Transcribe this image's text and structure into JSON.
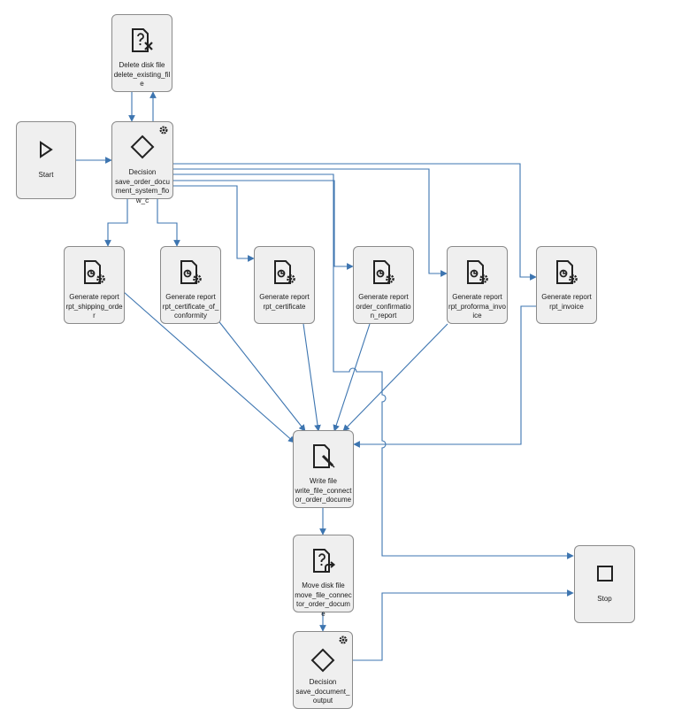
{
  "colors": {
    "edge": "#3d75b0",
    "node_fill": "#efefef",
    "node_border": "#8a8a8a",
    "icon": "#222222"
  },
  "nodes": {
    "delete": {
      "type": "Delete disk file",
      "id": "delete_existing_file",
      "icon": "file-delete-icon"
    },
    "start": {
      "type": "Start",
      "icon": "play-icon"
    },
    "decision1": {
      "type": "Decision",
      "id": "save_order_document_system_flow_c",
      "icon": "diamond-icon"
    },
    "rpt1": {
      "type": "Generate report",
      "id": "rpt_shipping_order",
      "icon": "report-gear-icon"
    },
    "rpt2": {
      "type": "Generate report",
      "id": "rpt_certificate_of_conformity",
      "icon": "report-gear-icon"
    },
    "rpt3": {
      "type": "Generate report",
      "id": "rpt_certificate",
      "icon": "report-gear-icon"
    },
    "rpt4": {
      "type": "Generate report",
      "id": "order_confirmation_report",
      "icon": "report-gear-icon"
    },
    "rpt5": {
      "type": "Generate report",
      "id": "rpt_proforma_invoice",
      "icon": "report-gear-icon"
    },
    "rpt6": {
      "type": "Generate report",
      "id": "rpt_invoice",
      "icon": "report-gear-icon"
    },
    "write": {
      "type": "Write file",
      "id": "write_file_connector_order_docume",
      "icon": "file-write-icon"
    },
    "move": {
      "type": "Move disk file",
      "id": "move_file_connector_order_docume",
      "icon": "file-move-icon"
    },
    "decision2": {
      "type": "Decision",
      "id": "save_document_output",
      "icon": "diamond-icon"
    },
    "stop": {
      "type": "Stop",
      "icon": "stop-square-icon"
    }
  }
}
